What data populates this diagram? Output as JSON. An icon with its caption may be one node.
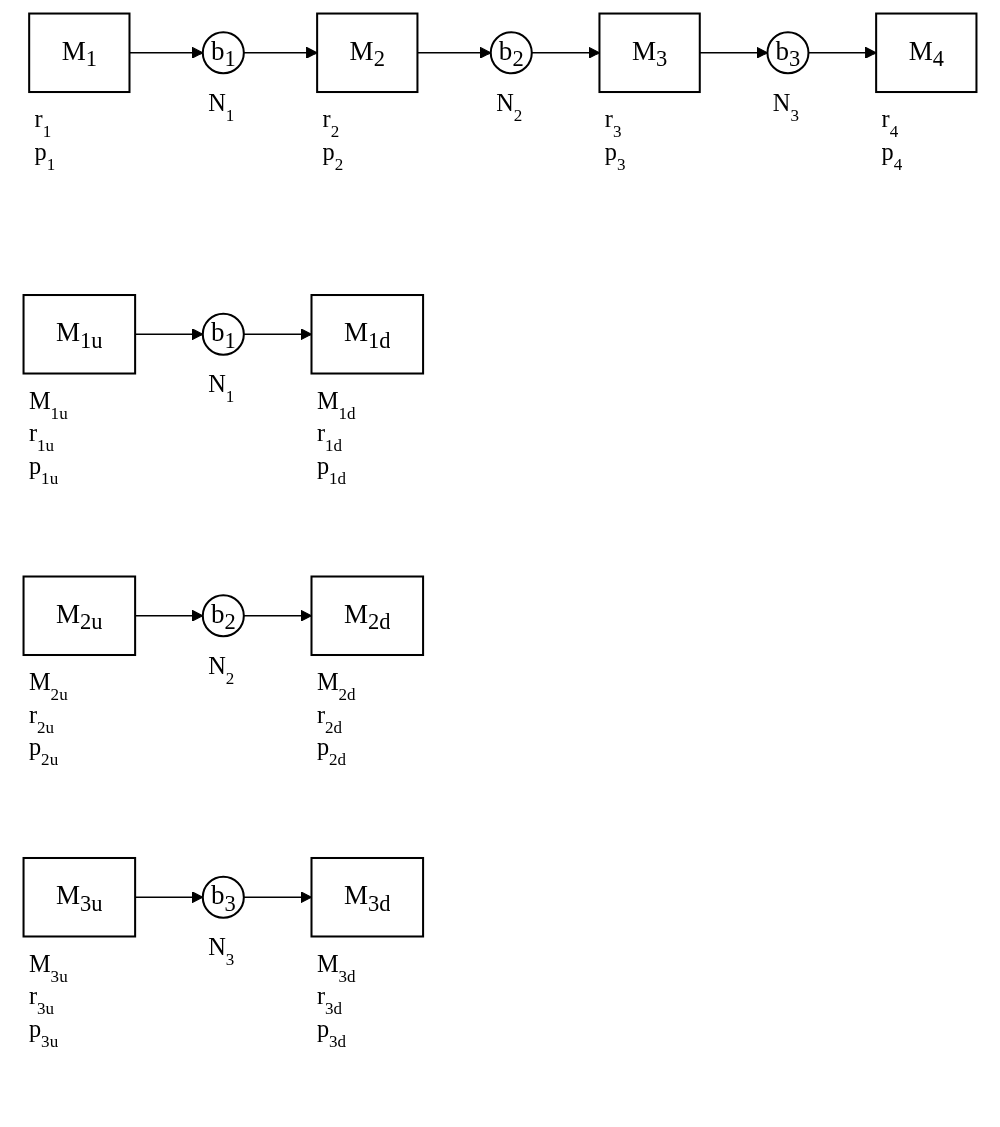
{
  "diagram": {
    "nodes": [
      {
        "text": [
          "M$_{1}$"
        ],
        "beside": [
          "r$_{1}$",
          "p$_{1}$"
        ]
      },
      {
        "text": [
          "b$_{1}$"
        ],
        "beside": [
          "N$_{1}$"
        ]
      },
      {
        "text": [
          "M$_{2}$"
        ],
        "beside": [
          "r$_{2}$",
          "p$_{2}$"
        ]
      },
      {
        "text": [
          "b$_{2}$"
        ],
        "beside": [
          "N$_{2}$"
        ]
      },
      {
        "text": [
          "M$_{3}$"
        ],
        "beside": [
          "r$_{3}$",
          "p$_{3}$"
        ]
      },
      {
        "text": [
          "b$_{3}$"
        ],
        "beside": [
          "N$_{3}$"
        ]
      },
      {
        "text": [
          "M$_{4}$"
        ],
        "beside": [
          "r$_{4}$",
          "p$_{4}$"
        ]
      },
      {
        "text": [
          "M$_{1u}$"
        ],
        "beside": [
          "M$_{1u}$",
          "r$_{1u}$",
          "p$_{1u}$"
        ]
      },
      {
        "text": [
          "b$_{1}$"
        ],
        "beside": [
          "N$_{1}$"
        ]
      },
      {
        "text": [
          "M$_{1d}$"
        ],
        "beside": [
          "M$_{1d}$",
          "r$_{1d}$",
          "p$_{1d}$"
        ]
      },
      {
        "text": [
          "M$_{2u}$"
        ],
        "beside": [
          "M$_{2u}$",
          "r$_{2u}$",
          "p$_{2u}$"
        ]
      },
      {
        "text": [
          "b$_{2}$"
        ],
        "beside": [
          "N$_{2}$"
        ]
      },
      {
        "text": [
          "M$_{2d}$"
        ],
        "beside": [
          "M$_{2d}$",
          "r$_{2d}$",
          "p$_{2d}$"
        ]
      },
      {
        "text": [
          "M$_{3u}$"
        ],
        "beside": [
          "M$_{3u}$",
          "r$_{3u}$",
          "p$_{3u}$"
        ]
      },
      {
        "text": [
          "b$_{3}$"
        ],
        "beside": [
          "N$_{3}$"
        ]
      },
      {
        "text": [
          "M$_{3d}$"
        ],
        "beside": [
          "M$_{3d}$",
          "r$_{3d}$",
          "p$_{3d}$"
        ]
      }
    ],
    "edges": [
      {
        "from": 0,
        "to": 1,
        "arrow": "to"
      },
      {
        "from": 1,
        "to": 2,
        "arrow": "to"
      },
      {
        "from": 2,
        "to": 3,
        "arrow": "to"
      },
      {
        "from": 3,
        "to": 4,
        "arrow": "to"
      },
      {
        "from": 4,
        "to": 5,
        "arrow": "to"
      },
      {
        "from": 5,
        "to": 6,
        "arrow": "to"
      },
      {
        "from": 7,
        "to": 8,
        "arrow": "to"
      },
      {
        "from": 8,
        "to": 9,
        "arrow": "to"
      },
      {
        "from": 10,
        "to": 11,
        "arrow": "to"
      },
      {
        "from": 11,
        "to": 12,
        "arrow": "to"
      },
      {
        "from": 13,
        "to": 14,
        "arrow": "to"
      },
      {
        "from": 14,
        "to": 15,
        "arrow": "to"
      }
    ]
  }
}
